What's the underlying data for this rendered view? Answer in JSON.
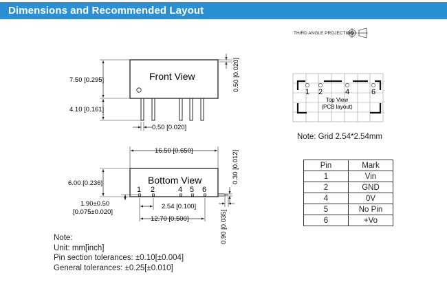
{
  "header": {
    "title": "Dimensions and Recommended Layout"
  },
  "projection": {
    "label": "THIRD ANGLE PROJECTION"
  },
  "front_view": {
    "title": "Front View",
    "height_dim": "7.50 [0.295]",
    "pin_length_dim": "4.10 [0.161]",
    "pin_width_dim": "0.50 [0.020]",
    "thickness_dim": "0.50 [0.020]"
  },
  "bottom_view": {
    "title": "Bottom View",
    "width_dim": "16.50 [0.650]",
    "height_dim": "6.00 [0.236]",
    "pin_offset_dim_line1": "1.90±0.50",
    "pin_offset_dim_line2": "[0.075±0.020]",
    "pitch_dim": "2.54 [0.100]",
    "span_dim": "12.70 [0.500]",
    "pin_thickness_dim": "0.30 [0.012]",
    "pin_side_dim": "0.90 [0.035]",
    "pin_numbers": [
      "1",
      "2",
      "4",
      "5",
      "6"
    ]
  },
  "top_view": {
    "pin_numbers": [
      "1",
      "2",
      "4",
      "6"
    ],
    "label_line1": "Top View",
    "label_line2": "(PCB layout)"
  },
  "grid_note": "Note: Grid 2.54*2.54mm",
  "pin_table": {
    "headers": [
      "Pin",
      "Mark"
    ],
    "rows": [
      [
        "1",
        "Vin"
      ],
      [
        "2",
        "GND"
      ],
      [
        "4",
        "0V"
      ],
      [
        "5",
        "No Pin"
      ],
      [
        "6",
        "+Vo"
      ]
    ]
  },
  "notes": {
    "title": "Note:",
    "unit": "Unit: mm[inch]",
    "pin_tol": "Pin section tolerances: ±0.10[±0.004]",
    "general_tol": "General tolerances: ±0.25[±0.010]"
  }
}
